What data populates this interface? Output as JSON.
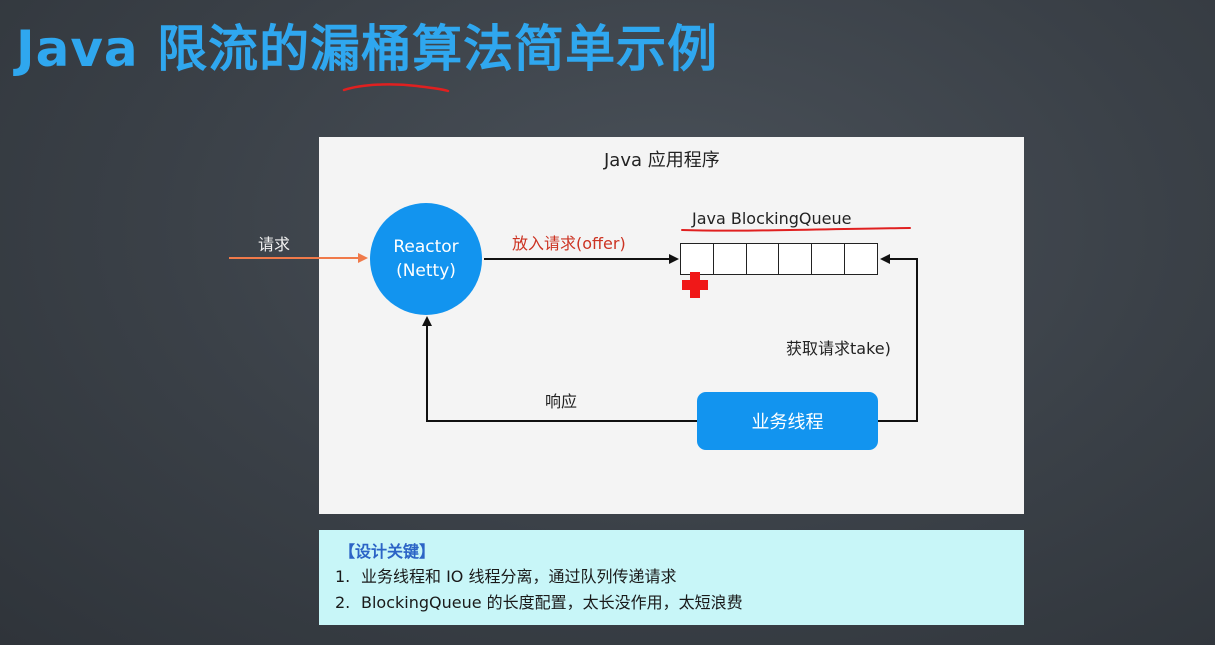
{
  "slide": {
    "title": "Java 限流的漏桶算法简单示例"
  },
  "diagram": {
    "panel_title": "Java 应用程序",
    "request_label": "请求",
    "reactor": {
      "line1": "Reactor",
      "line2": "(Netty)"
    },
    "offer_label": "放入请求(offer)",
    "queue_label": "Java  BlockingQueue",
    "queue_slot_count": 6,
    "take_label": "获取请求take)",
    "response_label": "响应",
    "worker_label": "业务线程"
  },
  "notes": {
    "title": "【设计关键】",
    "items": [
      {
        "num": "1.",
        "text": "业务线程和 IO 线程分离，通过队列传递请求"
      },
      {
        "num": "2.",
        "text": "BlockingQueue 的长度配置，太长没作用，太短浪费"
      }
    ]
  },
  "colors": {
    "title": "#2fa7ef",
    "accent_blue": "#1294ef",
    "request_arrow": "#f07a4a",
    "offer_text": "#cc3322",
    "annotation_red": "#e02020",
    "notes_bg": "#c8f6f8",
    "notes_title": "#2c64c6"
  },
  "icons": {
    "queue_marker": "red-cross-icon"
  }
}
